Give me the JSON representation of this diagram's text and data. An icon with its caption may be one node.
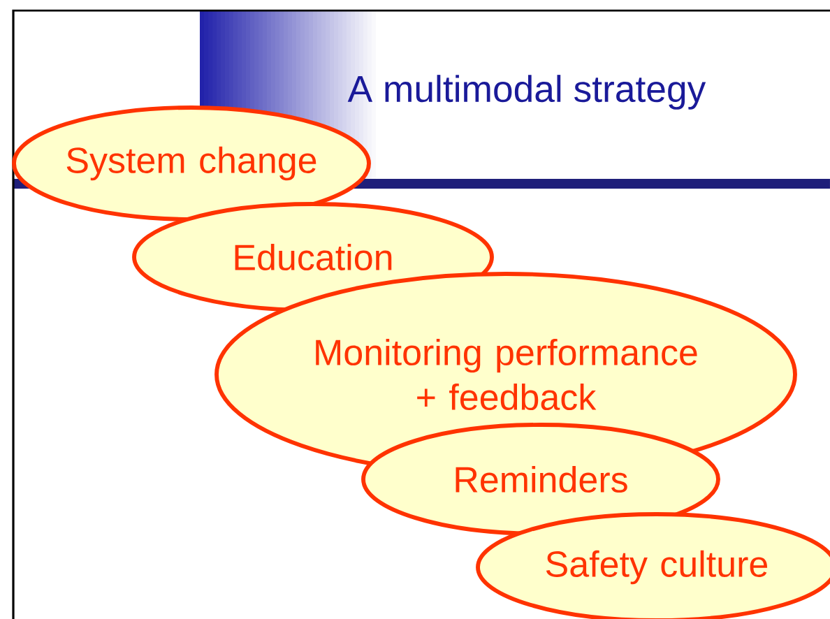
{
  "diagram": {
    "title": "A multimodal strategy",
    "nodes": [
      {
        "text": [
          "System change"
        ]
      },
      {
        "text": [
          "Education"
        ]
      },
      {
        "text": [
          "Monitoring performance + feedback"
        ]
      },
      {
        "text": [
          "Reminders"
        ]
      },
      {
        "text": [
          "Safety culture"
        ]
      }
    ]
  }
}
